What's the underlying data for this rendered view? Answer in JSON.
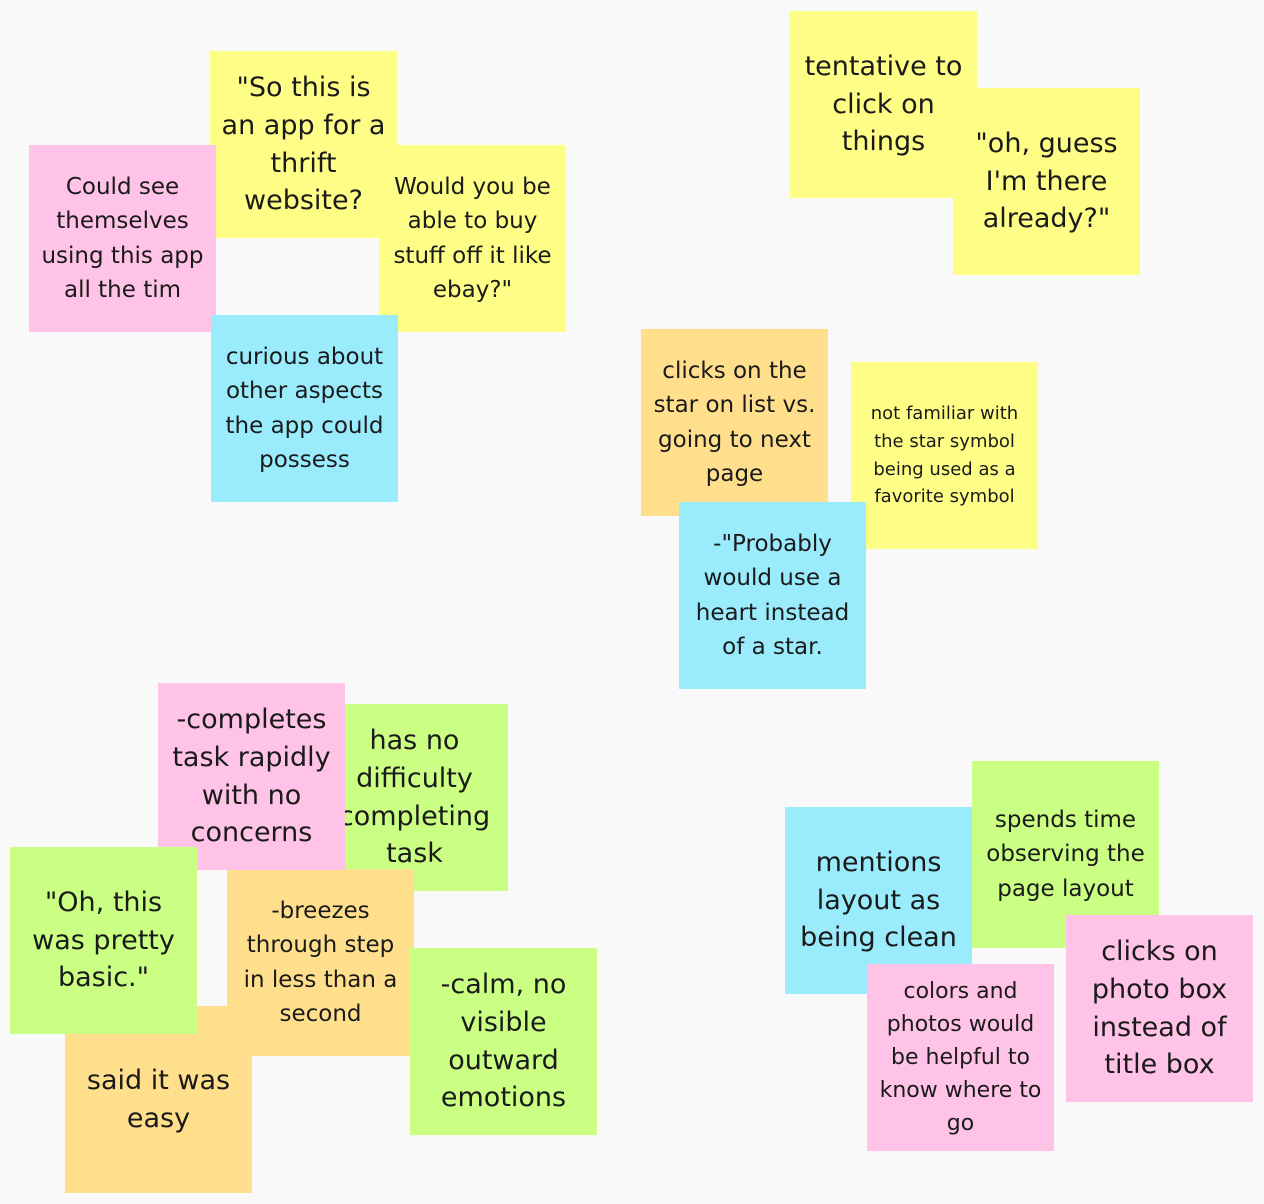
{
  "notes": {
    "n1": "\"So this is an app for a thrift website?",
    "n2": "Could see themselves using this app all the tim",
    "n3": "Would you be able to buy stuff off it like ebay?\"",
    "n4": "curious about other aspects the app could possess",
    "n5": "tentative to click on things",
    "n6": "\"oh, guess I'm there already?\"",
    "n7": "clicks on the star on list vs. going to next page",
    "n8": "not familiar with the star symbol being used as a favorite symbol",
    "n9": "-\"Probably would use a heart instead of a star.",
    "n10": "has no difficulty completing task",
    "n11": "-completes task rapidly with no concerns",
    "n12": "-breezes through step in less than a second",
    "n13": "\"Oh, this was pretty basic.\"",
    "n14": "said it was easy",
    "n15": "-calm, no visible outward emotions",
    "n16": "spends time observing the page layout",
    "n17": "mentions layout as being clean",
    "n18": "clicks on photo box instead of title box",
    "n19": "colors and photos would be helpful to know where to go"
  },
  "colors": {
    "yellow": "#fefe86",
    "pink": "#ffc3e7",
    "blue": "#9aecfd",
    "orange": "#ffdf8c",
    "green": "#caff83",
    "background": "#f9f9f9"
  }
}
